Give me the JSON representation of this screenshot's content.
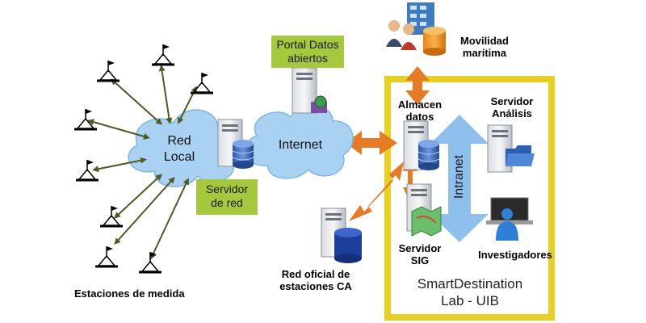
{
  "labels": {
    "stations": "Estaciones de medida",
    "red_local": [
      "Red",
      "Local"
    ],
    "servidor_red": [
      "Servidor",
      "de red"
    ],
    "internet": "Internet",
    "portal": [
      "Portal Datos",
      "abiertos"
    ],
    "movilidad": [
      "Movilidad",
      "marítima"
    ],
    "almacen": [
      "Almacen",
      "datos"
    ],
    "servidor_analisis": [
      "Servidor",
      "Análisis"
    ],
    "intranet": "Intranet",
    "servidor_sig": [
      "Servidor",
      "SIG"
    ],
    "investigadores": "Investigadores",
    "red_oficial": [
      "Red oficial de",
      "estaciones CA"
    ],
    "lab": [
      "SmartDestination",
      "Lab - UIB"
    ]
  },
  "colors": {
    "cloud": "#a9d2f2",
    "cloud_edge": "#7fb6e2",
    "orange": "#e57b22",
    "intranet_arrow": "#8ec0ee",
    "green_box": "#a6c83c",
    "frame": "#e8d020",
    "arrow_green": "#4d5a22"
  },
  "icons": [
    "station-icon",
    "server-icon",
    "database-icon",
    "building-icon",
    "people-icon",
    "folder-icon",
    "map-icon",
    "laptop-icon",
    "person-icon",
    "globe-icon"
  ]
}
